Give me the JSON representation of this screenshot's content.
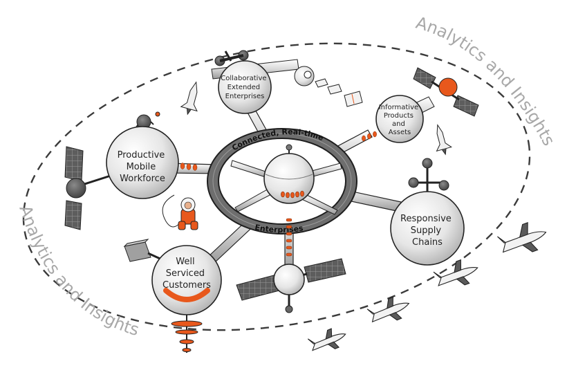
{
  "orbit": {
    "label_top": "Analytics and Insights",
    "label_bottom": "Analytics and Insights"
  },
  "ring": {
    "label_top": "Connected, Real-time",
    "label_bottom": "Enterprises"
  },
  "nodes": {
    "collaborative": [
      "Collaborative",
      "Extended",
      "Enterprises"
    ],
    "informative": [
      "Informative",
      "Products",
      "and",
      "Assets"
    ],
    "productive": [
      "Productive",
      "Mobile",
      "Workforce"
    ],
    "responsive": [
      "Responsive",
      "Supply",
      "Chains"
    ],
    "customers": [
      "Well",
      "Serviced",
      "Customers"
    ]
  },
  "colors": {
    "accent": "#e8581c",
    "sphere": "#ececec",
    "outline": "#222222",
    "panel": "#5a5a5a",
    "orbit_text": "#a8a8a8"
  }
}
